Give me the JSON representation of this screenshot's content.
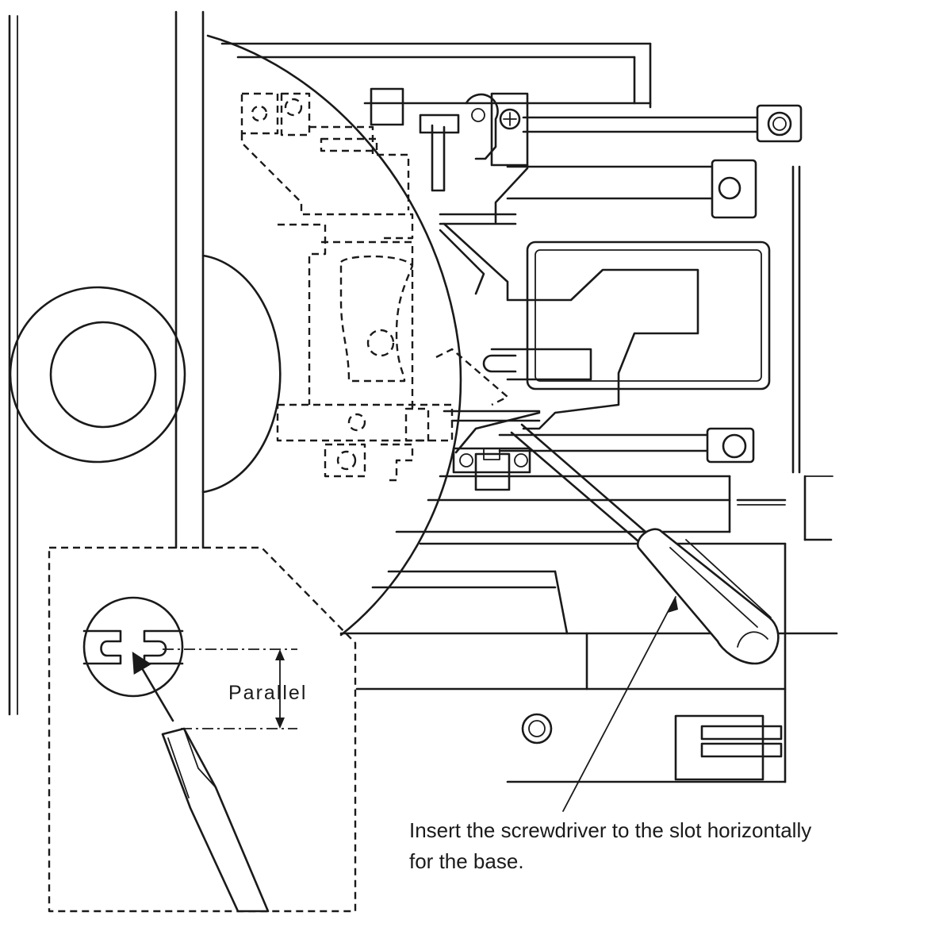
{
  "diagram": {
    "instruction_line1": "Insert the screwdriver to the slot horizontally",
    "instruction_line2": "for the base.",
    "inset_label": "Parallel"
  },
  "colors": {
    "ink": "#1a1a1a",
    "paper": "#ffffff"
  },
  "icons": [
    "screwdriver-icon",
    "screw-icon",
    "arrow-icon"
  ]
}
